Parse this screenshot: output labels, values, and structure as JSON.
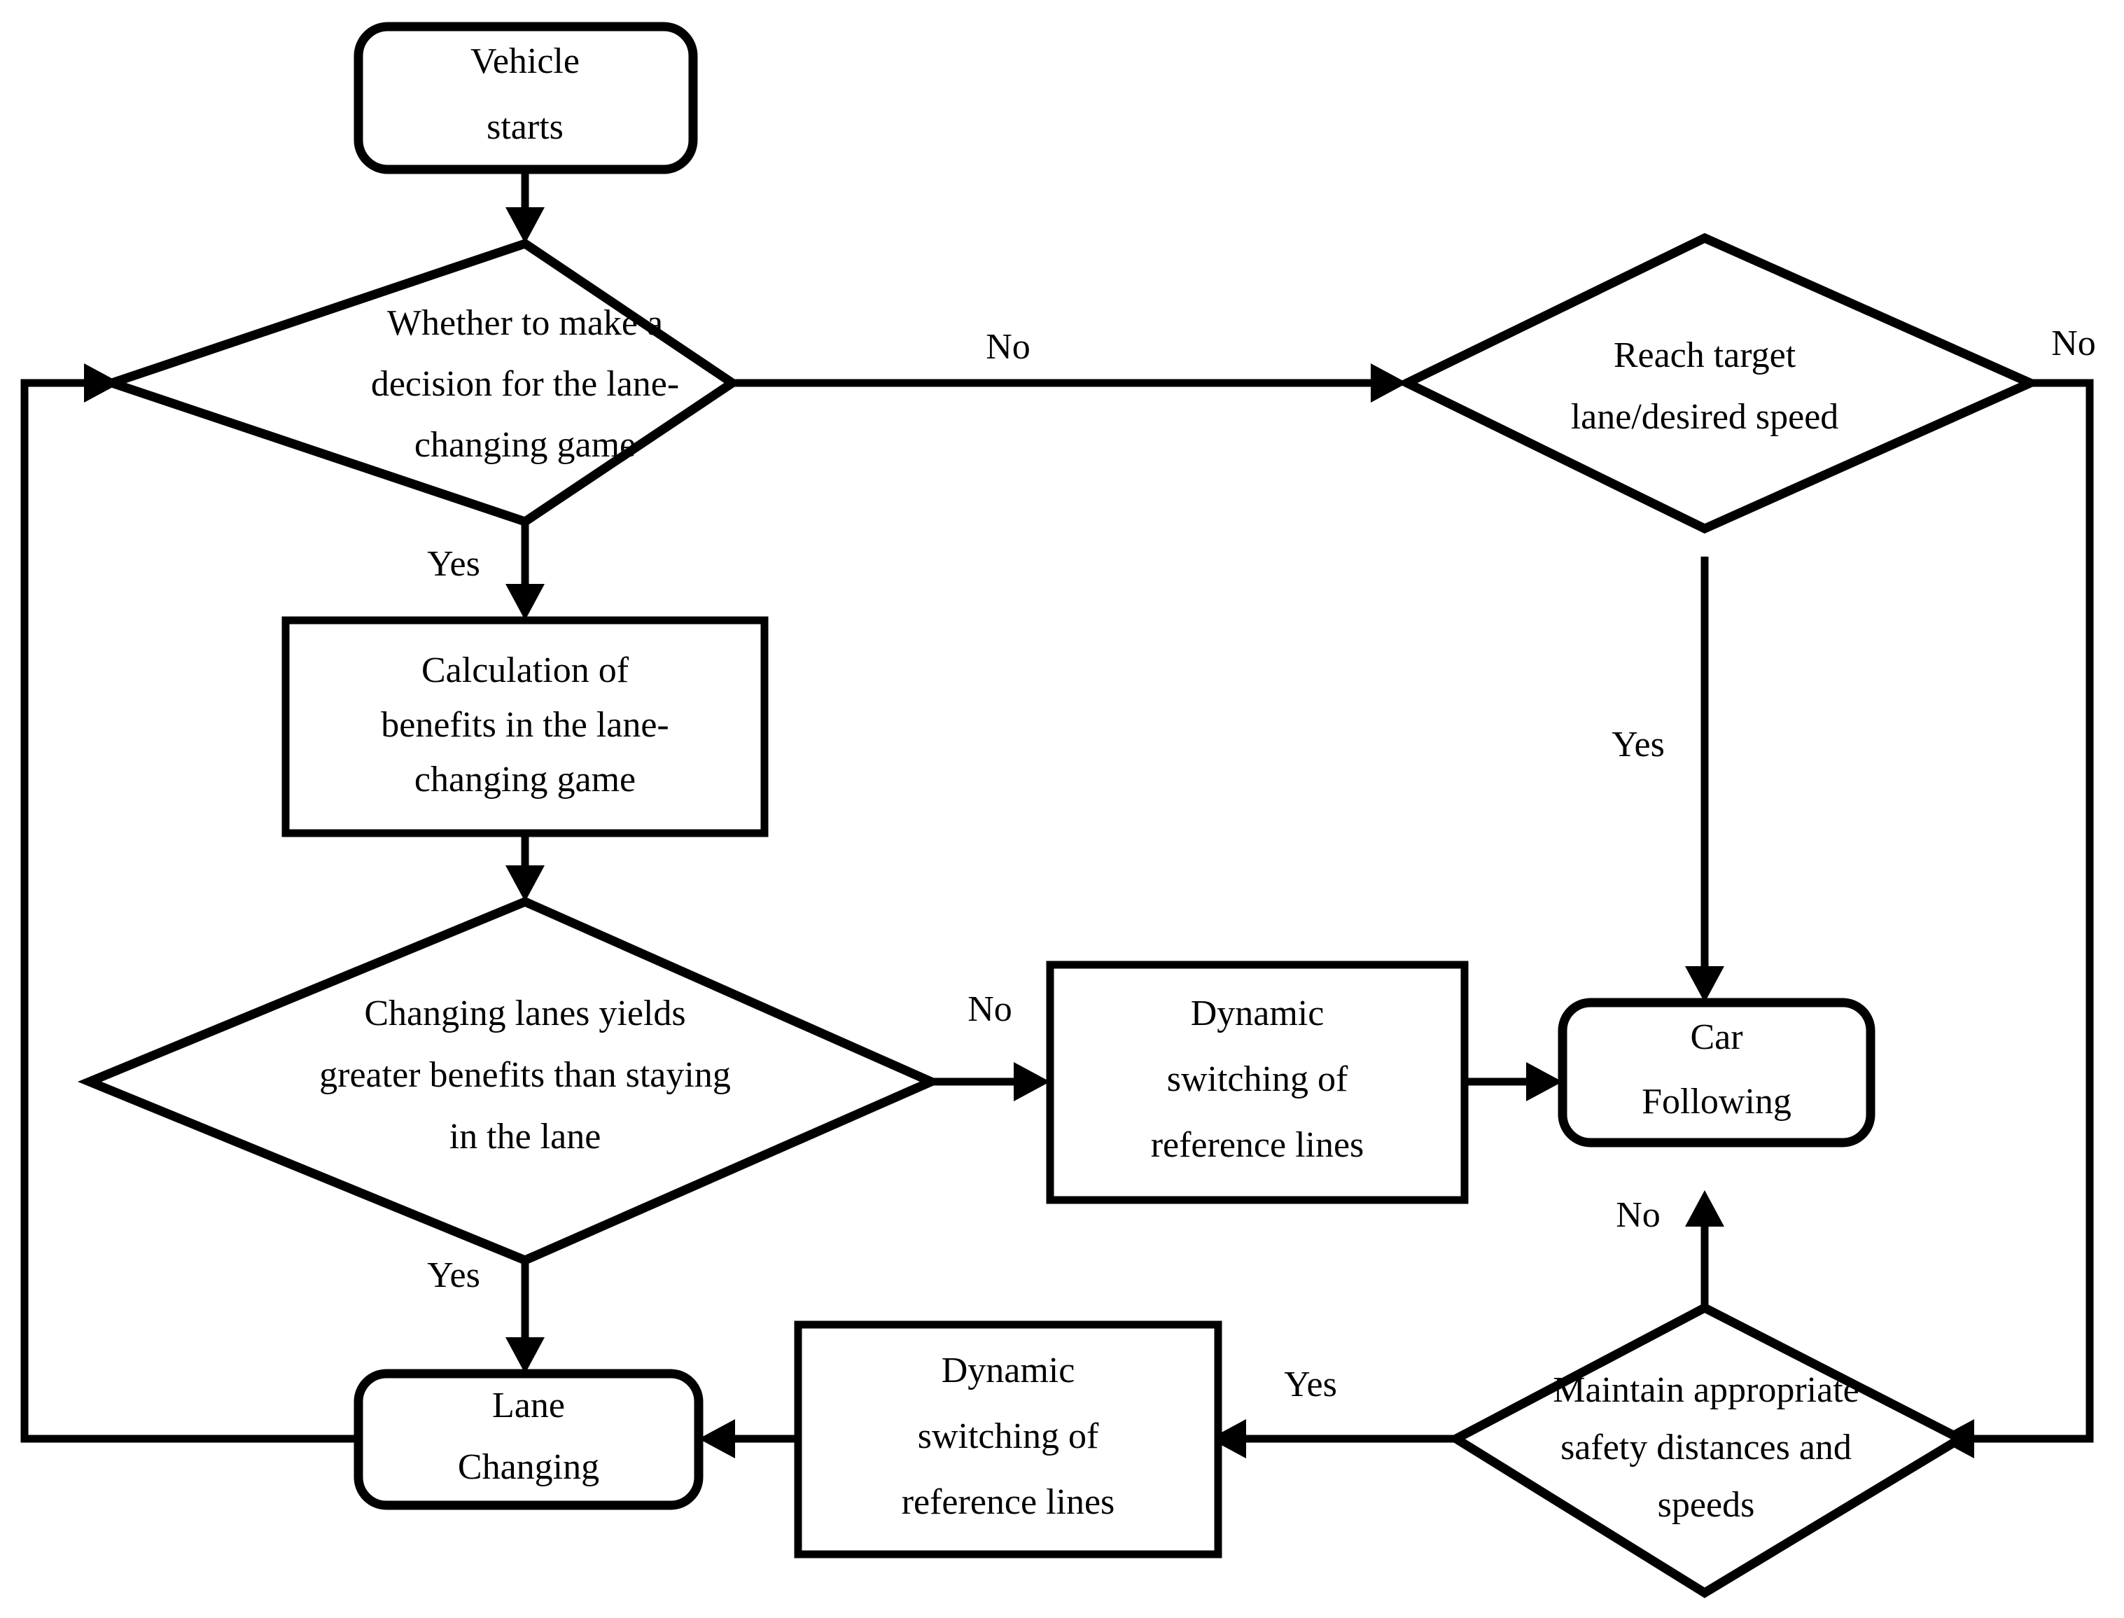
{
  "diagram": {
    "type": "flowchart",
    "title": "Lane-changing game decision flowchart",
    "background_color": "#ffffff",
    "line_color": "#000000",
    "nodes": [
      {
        "id": "vehicle-starts",
        "shape": "rounded-rectangle",
        "lines": [
          "Vehicle",
          "starts"
        ]
      },
      {
        "id": "whether-decision",
        "shape": "diamond",
        "lines": [
          "Whether to make a",
          "decision for the lane-",
          "changing game"
        ]
      },
      {
        "id": "reach-target",
        "shape": "diamond",
        "lines": [
          "Reach target",
          "lane/desired speed"
        ]
      },
      {
        "id": "calculation-benefits",
        "shape": "rectangle",
        "lines": [
          "Calculation of",
          "benefits in the lane-",
          "changing game"
        ]
      },
      {
        "id": "changing-lanes-yields",
        "shape": "diamond",
        "lines": [
          "Changing lanes yields",
          "greater benefits than staying",
          "in the lane"
        ]
      },
      {
        "id": "dynamic-switching-upper",
        "shape": "rectangle",
        "lines": [
          "Dynamic",
          "switching of",
          "reference lines"
        ]
      },
      {
        "id": "car-following",
        "shape": "rounded-rectangle",
        "lines": [
          "Car",
          "Following"
        ]
      },
      {
        "id": "lane-changing",
        "shape": "rounded-rectangle",
        "lines": [
          "Lane",
          "Changing"
        ]
      },
      {
        "id": "dynamic-switching-lower",
        "shape": "rectangle",
        "lines": [
          "Dynamic",
          "switching of",
          "reference lines"
        ]
      },
      {
        "id": "maintain-safety",
        "shape": "diamond",
        "lines": [
          "Maintain appropriate",
          "safety distances and",
          "speeds"
        ]
      }
    ],
    "edge_labels": {
      "decision_no_to_reach_target": "No",
      "decision_yes_to_calculation": "Yes",
      "reach_target_no_loop": "No",
      "reach_target_yes_to_car_following": "Yes",
      "changing_lanes_no_to_dynamic": "No",
      "changing_lanes_yes_to_lane_changing": "Yes",
      "maintain_no_to_car_following": "No",
      "maintain_yes_to_dynamic_lower": "Yes"
    }
  }
}
